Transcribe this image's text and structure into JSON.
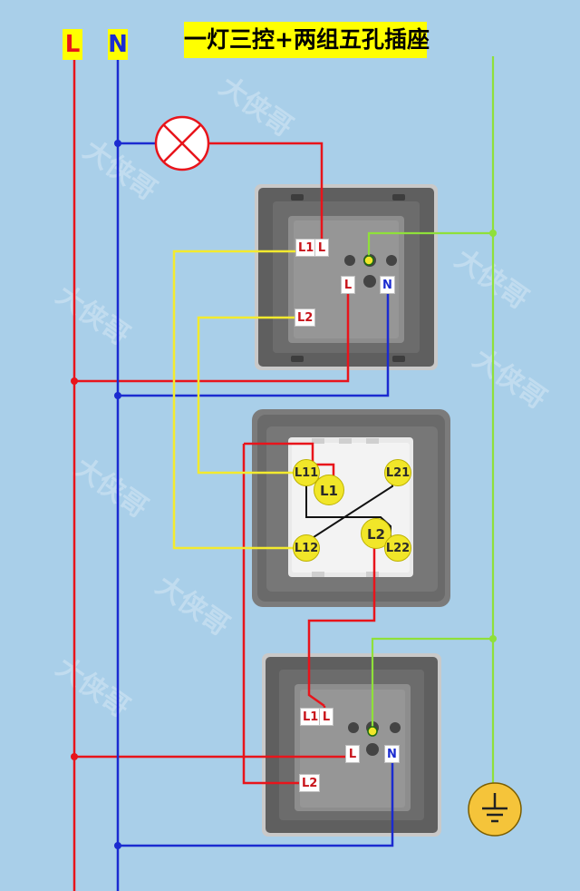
{
  "title": "一灯三控+两组五孔插座",
  "bus": {
    "live": "L",
    "neutral": "N"
  },
  "socket_top": {
    "l1": "L1",
    "l": "L",
    "l2": "L2",
    "live": "L",
    "neutral": "N"
  },
  "switch_middle": {
    "l11": "L11",
    "l21": "L21",
    "l1": "L1",
    "l2": "L2",
    "l12": "L12",
    "l22": "L22"
  },
  "socket_bottom": {
    "l1": "L1",
    "l": "L",
    "l2": "L2",
    "live": "L",
    "neutral": "N"
  },
  "watermark": "大侠哥",
  "colors": {
    "background": "#a9cfe9",
    "live_wire": "#e8141b",
    "neutral_wire": "#1b2bd0",
    "traveler_wire": "#f3ea2e",
    "earth_wire": "#8fe03a",
    "label_fill": "#ffff00"
  }
}
